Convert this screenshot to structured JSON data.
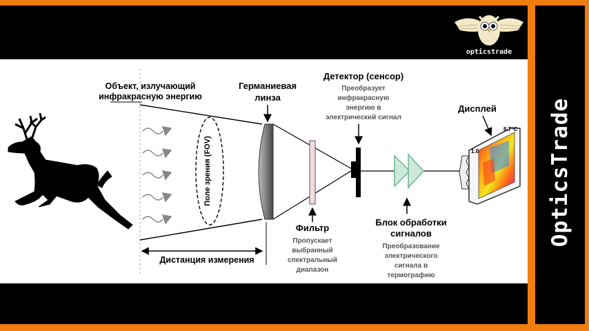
{
  "brand": {
    "logo_text": "opticstrade",
    "side_title": "OpticsTrade",
    "accent_color": "#f07d0c"
  },
  "diagram": {
    "object_label": [
      "Объект, излучающий",
      "инфракрасную энергию"
    ],
    "fov_label": "Поле зрения (FOV)",
    "distance_label": "Дистанция измерения",
    "lens_label": [
      "Германиевая",
      "линза"
    ],
    "detector_title": "Детектор (сенсор)",
    "detector_desc": [
      "Преобразует",
      "инфракрасную",
      "энергию в",
      "электрический сигнал"
    ],
    "filter_title": "Фильтр",
    "filter_desc": [
      "Пропускает",
      "выбранный",
      "спектральный",
      "диапазон"
    ],
    "processing_title": [
      "Блок обработки",
      "сигналов"
    ],
    "processing_desc": [
      "Преобразование",
      "электрического",
      "сигнала в",
      "термографию"
    ],
    "display_title": "Дисплей",
    "display_max": "8.7°C",
    "display_min": "1.0",
    "icons": [
      "deer-icon",
      "owl-logo-icon",
      "wave-arrow-icon",
      "arrow-down-icon",
      "arrow-up-icon",
      "arrow-left-icon"
    ]
  }
}
